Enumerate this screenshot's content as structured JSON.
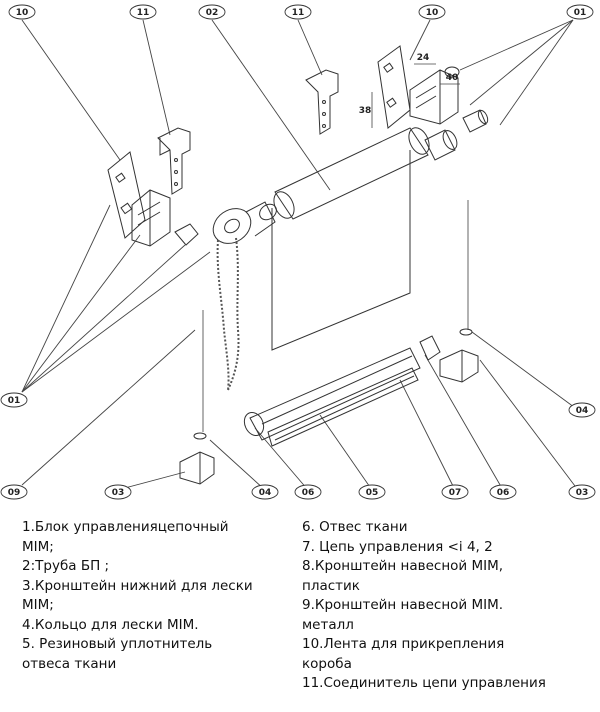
{
  "callouts": {
    "c1": "10",
    "c2": "11",
    "c3": "02",
    "c4": "11",
    "c5": "10",
    "c6": "01",
    "c7": "01",
    "c8": "09",
    "c9": "03",
    "c10": "04",
    "c11": "06",
    "c12": "05",
    "c13": "07",
    "c14": "06",
    "c15": "03",
    "c16": "04"
  },
  "dimensions": {
    "d24": "24",
    "d40": "40",
    "d38": "38"
  },
  "legend": {
    "left": [
      "1.Блок управленияцепочный",
      "MIM;",
      "2:Труба БП ;",
      "3.Кронштейн нижний для лески",
      "MIM;",
      "4.Кольцо для лески MIM.",
      "5. Резиновый уплотнитель",
      "отвеса ткани"
    ],
    "right": [
      "6. Отвес ткани",
      "7. Цепь управления <i 4, 2",
      "8.Кронштейн навесной MIM,",
      "пластик",
      "9.Кронштейн навесной MIM.",
      "металл",
      "10.Лента для прикрепления",
      "короба",
      "11.Соединитель цепи управления"
    ]
  }
}
